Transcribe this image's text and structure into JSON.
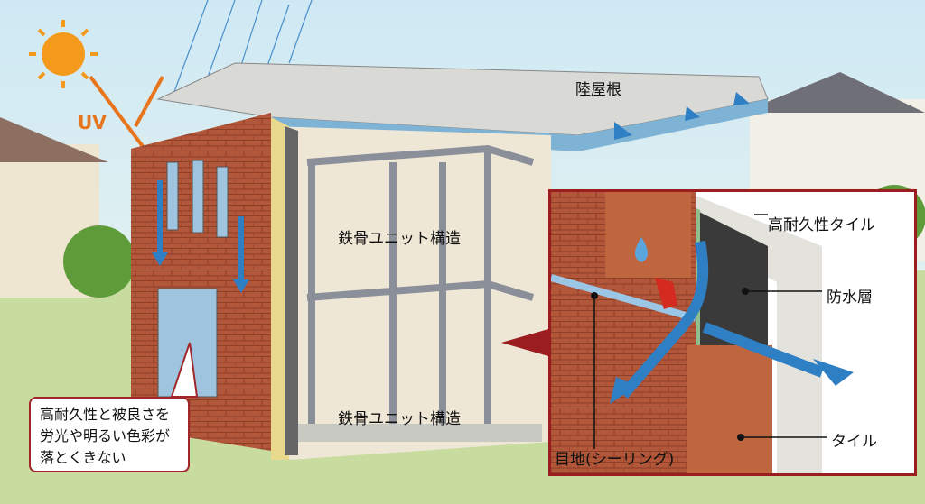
{
  "labels": {
    "uv": "UV",
    "flat_roof": "陸屋根",
    "steel_unit_upper": "鉄骨ユニット構造",
    "steel_unit_lower": "鉄骨ユニット構造"
  },
  "callout": {
    "lines": [
      "高耐久性と被良さを",
      "労光や明るい色彩が",
      "落とくきない"
    ]
  },
  "inset": {
    "durable_tile": "高耐久性タイル",
    "waterproof_layer": "防水層",
    "tile": "タイル",
    "joint_sealing": "目地(シーリング)"
  },
  "colors": {
    "brick": "#b3573a",
    "frame": "#9c1d1f",
    "water": "#2f7fc4",
    "uv": "#e8741c",
    "membrane": "#3a3a3a",
    "green_layer": "#8fbf8f"
  }
}
